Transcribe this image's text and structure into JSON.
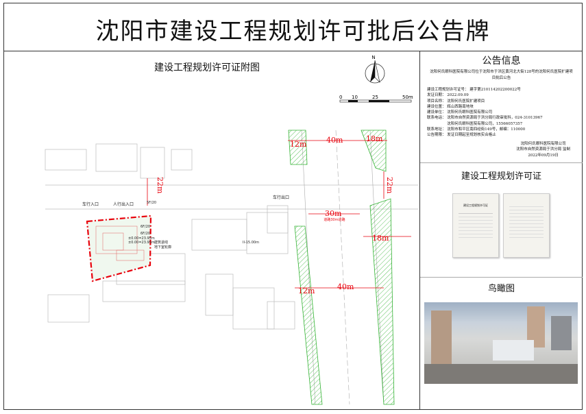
{
  "title": "沈阳市建设工程规划许可批后公告牌",
  "drawing": {
    "title": "建设工程规划许可证附图",
    "north": "N",
    "scale_labels": [
      "0",
      "10",
      "25",
      "50m"
    ],
    "labels": {
      "vehicle_entrance": "车行入口",
      "pedestrian_entrance": "人行出入口",
      "vehicle_exit": "车行出口",
      "floors_a": "6F/20",
      "floors_b": "6F/20",
      "floors_c": "5F/20",
      "building_line": "建筑退线",
      "underground_line": "地下室轮廓",
      "elev1": "±0.00=23.95m",
      "elev2": "±0.00=23.95m",
      "road_width": "道路30m道路",
      "road_code": "II-15.00m",
      "width_note": "12m"
    },
    "dims": {
      "d12_top": "12m",
      "d40_top": "40m",
      "d18_top": "18m",
      "d22_left": "22m",
      "d22_right": "22m",
      "d18_mid": "18m",
      "d12_bottom": "12m",
      "d40_bottom": "40m",
      "d30": "30m"
    }
  },
  "notice": {
    "title": "公告信息",
    "intro": "沈阳何氏眼科医院有限公司位于沈阳市于洪区黄河北大街128号的沈阳何氏医院扩建项目批后公告",
    "fields": [
      "建设工程规划许可证号：  建字第210114202200022号",
      "发证日期：  2022.09.09",
      "项目名称：  沈阳何氏医院扩建项目",
      "建设位置：  辉山西路南地块",
      "建设单位：  沈阳何氏眼科医院有限公司",
      "联系电话：  沈阳市自然资源局于洪分局行政审批科，024-31013967",
      "　　　　　  沈阳何氏眼科医院有限公司，15566057357",
      "联系地址：  沈阳市和平区南四经街149号，邮编：110000",
      "公告期限：  发证日期起至规划核实合格止"
    ],
    "sign": [
      "沈阳何氏眼科医院有限公司",
      "沈阳市自然资源局于洪分局  监制",
      "2022年09月19日"
    ]
  },
  "permit": {
    "title": "建设工程规划许可证",
    "doc_heading": "建设工程规划许可证"
  },
  "aerial": {
    "title": "鸟瞰图"
  },
  "colors": {
    "red": "#e8000b",
    "green": "#33b233"
  }
}
